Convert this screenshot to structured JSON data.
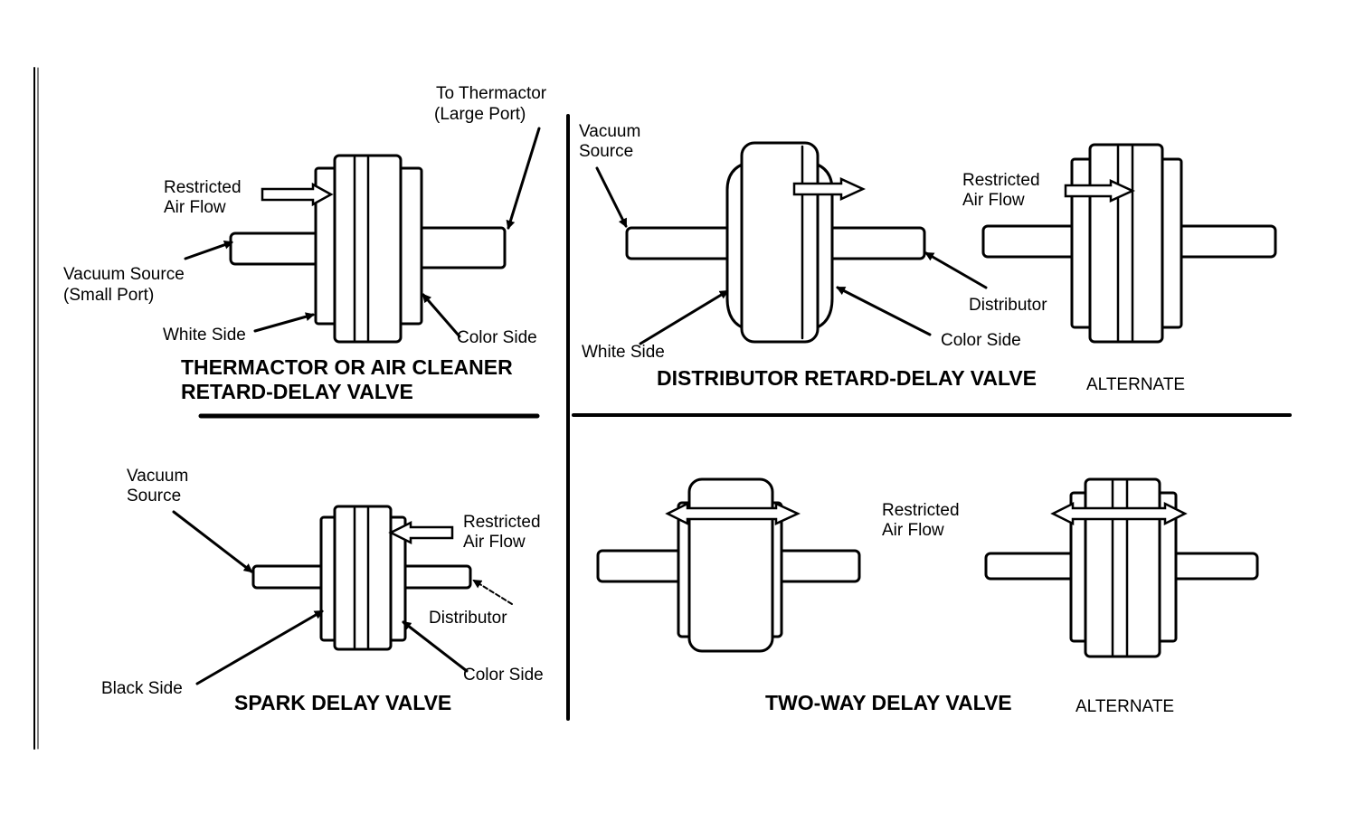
{
  "labels": {
    "to_thermactor": "To Thermactor",
    "large_port": "(Large Port)",
    "restricted": "Restricted",
    "air_flow": "Air Flow",
    "vacuum_source": "Vacuum Source",
    "small_port": "(Small Port)",
    "white_side": "White Side",
    "color_side": "Color Side",
    "vacuum": "Vacuum",
    "source": "Source",
    "distributor": "Distributor",
    "black_side": "Black Side"
  },
  "titles": {
    "thermactor_line1": "THERMACTOR OR AIR CLEANER",
    "thermactor_line2": "RETARD-DELAY VALVE",
    "distributor": "DISTRIBUTOR RETARD-DELAY VALVE",
    "spark": "SPARK DELAY VALVE",
    "two_way": "TWO-WAY DELAY VALVE",
    "alternate": "ALTERNATE"
  }
}
